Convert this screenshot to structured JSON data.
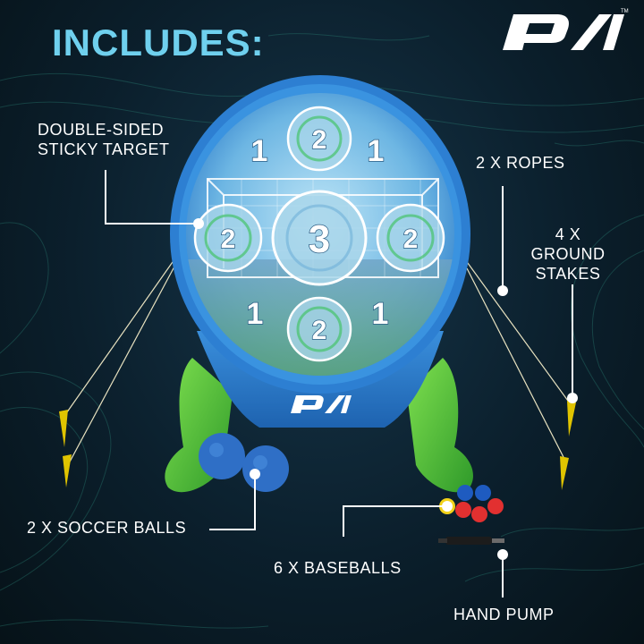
{
  "title": "INCLUDES:",
  "brand": "P/1",
  "brand_tm": "TM",
  "labels": {
    "target_line1": "DOUBLE-SIDED",
    "target_line2": "STICKY TARGET",
    "ropes": "2 X ROPES",
    "stakes_line1": "4 X",
    "stakes_line2": "GROUND",
    "stakes_line3": "STAKES",
    "soccer_balls": "2 X SOCCER BALLS",
    "baseballs": "6 X BASEBALLS",
    "hand_pump": "HAND PUMP"
  },
  "target": {
    "scores": [
      "1",
      "2",
      "1",
      "2",
      "3",
      "2",
      "1",
      "2",
      "1"
    ],
    "base_logo": "P/1"
  },
  "colors": {
    "title": "#6fd0ee",
    "target_blue": "#2f7fd0",
    "legs_green": "#56c43a",
    "background": "#0b1f2c"
  }
}
